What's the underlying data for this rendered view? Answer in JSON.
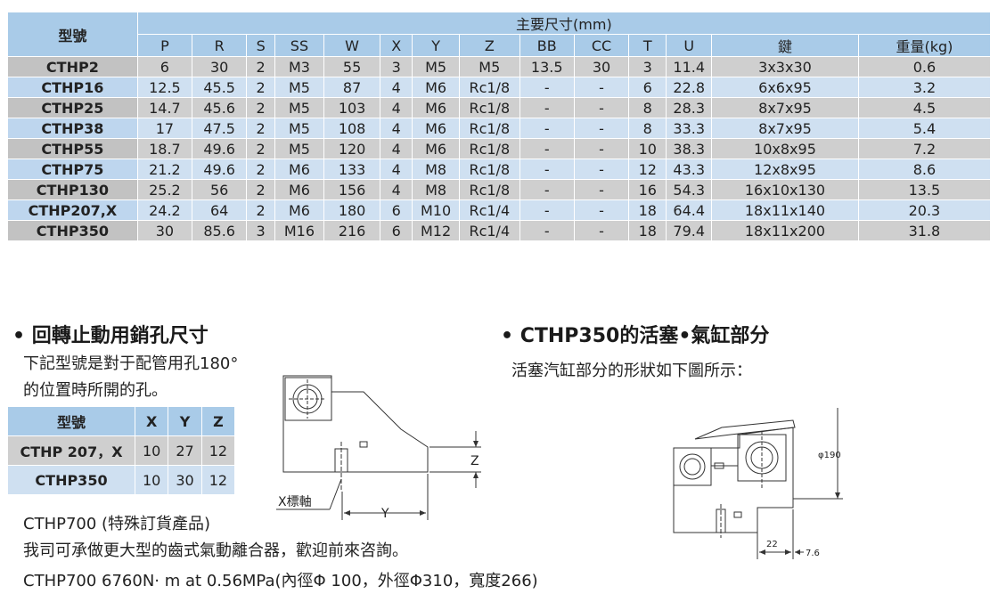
{
  "spec_table": {
    "model_header": "型號",
    "group_header": "主要尺寸(mm)",
    "columns": [
      "P",
      "R",
      "S",
      "SS",
      "W",
      "X",
      "Y",
      "Z",
      "BB",
      "CC",
      "T",
      "U",
      "鍵",
      "重量(kg)"
    ],
    "rows": [
      {
        "model": "CTHP2",
        "cells": [
          "6",
          "30",
          "2",
          "M3",
          "55",
          "3",
          "M5",
          "M5",
          "13.5",
          "30",
          "3",
          "11.4",
          "3x3x30",
          "0.6"
        ]
      },
      {
        "model": "CTHP16",
        "cells": [
          "12.5",
          "45.5",
          "2",
          "M5",
          "87",
          "4",
          "M6",
          "Rc1/8",
          "-",
          "-",
          "6",
          "22.8",
          "6x6x95",
          "3.2"
        ]
      },
      {
        "model": "CTHP25",
        "cells": [
          "14.7",
          "45.6",
          "2",
          "M5",
          "103",
          "4",
          "M6",
          "Rc1/8",
          "-",
          "-",
          "8",
          "28.3",
          "8x7x95",
          "4.5"
        ]
      },
      {
        "model": "CTHP38",
        "cells": [
          "17",
          "47.5",
          "2",
          "M5",
          "108",
          "4",
          "M6",
          "Rc1/8",
          "-",
          "-",
          "8",
          "33.3",
          "8x7x95",
          "5.4"
        ]
      },
      {
        "model": "CTHP55",
        "cells": [
          "18.7",
          "49.6",
          "2",
          "M5",
          "120",
          "4",
          "M6",
          "Rc1/8",
          "-",
          "-",
          "10",
          "38.3",
          "10x8x95",
          "7.2"
        ]
      },
      {
        "model": "CTHP75",
        "cells": [
          "21.2",
          "49.6",
          "2",
          "M6",
          "133",
          "4",
          "M8",
          "Rc1/8",
          "-",
          "-",
          "12",
          "43.3",
          "12x8x95",
          "8.6"
        ]
      },
      {
        "model": "CTHP130",
        "cells": [
          "25.2",
          "56",
          "2",
          "M6",
          "156",
          "4",
          "M8",
          "Rc1/8",
          "-",
          "-",
          "16",
          "54.3",
          "16x10x130",
          "13.5"
        ]
      },
      {
        "model": "CTHP207,X",
        "cells": [
          "24.2",
          "64",
          "2",
          "M6",
          "180",
          "6",
          "M10",
          "Rc1/4",
          "-",
          "-",
          "18",
          "64.4",
          "18x11x140",
          "20.3"
        ]
      },
      {
        "model": "CTHP350",
        "cells": [
          "30",
          "85.6",
          "3",
          "M16",
          "216",
          "6",
          "M12",
          "Rc1/4",
          "-",
          "-",
          "18",
          "79.4",
          "18x11x200",
          "31.8"
        ]
      }
    ]
  },
  "section_left": {
    "title": "• 回轉止動用銷孔尺寸",
    "line1": "下記型號是對于配管用孔180°",
    "line2": "的位置時所開的孔。",
    "table": {
      "headers": [
        "型號",
        "X",
        "Y",
        "Z"
      ],
      "rows": [
        {
          "model": "CTHP 207，X",
          "x": "10",
          "y": "27",
          "z": "12"
        },
        {
          "model": "CTHP350",
          "x": "10",
          "y": "30",
          "z": "12"
        }
      ]
    },
    "drawing": {
      "label_z": "Z",
      "label_y": "Y",
      "label_x_axis": "X標軸"
    }
  },
  "section_right": {
    "title": "• CTHP350的活塞•氣缸部分",
    "line1": "活塞汽缸部分的形狀如下圖所示：",
    "drawing": {
      "dim_dia": "φ190",
      "dim_22": "22",
      "dim_76": "7.6"
    }
  },
  "footer": {
    "line1": "CTHP700 (特殊訂貨產品)",
    "line2": "我司可承做更大型的齒式氣動離合器，歡迎前來咨詢。",
    "line3": "CTHP700 6760N· m at 0.56MPa(內徑Φ 100，外徑Φ310，寬度266)"
  }
}
